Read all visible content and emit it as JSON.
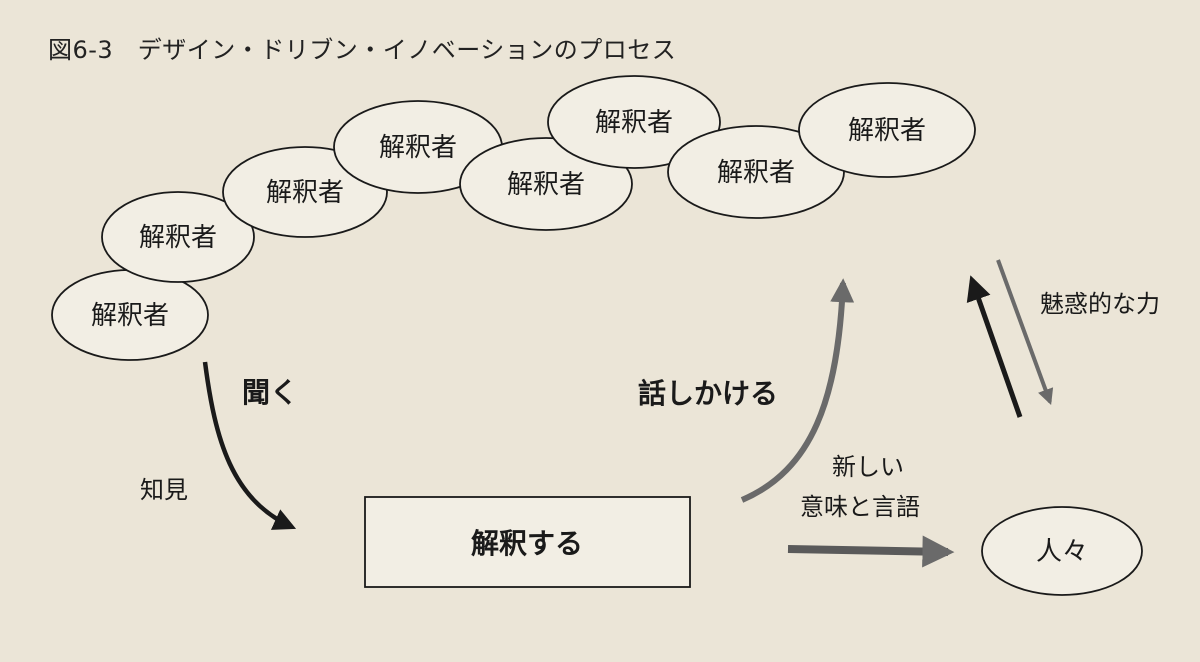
{
  "caption": "図6-3　デザイン・ドリブン・イノベーションのプロセス",
  "interpreters": [
    "解釈者",
    "解釈者",
    "解釈者",
    "解釈者",
    "解釈者",
    "解釈者",
    "解釈者",
    "解釈者"
  ],
  "center_box": "解釈する",
  "people": "人々",
  "labels": {
    "listen": "聞く",
    "knowledge": "知見",
    "talk": "話しかける",
    "new_meaning_line1": "新しい",
    "new_meaning_line2": "意味と言語",
    "attraction": "魅惑的な力"
  },
  "colors": {
    "background": "#ebe5d7",
    "ink": "#1a1a1a",
    "node_fill": "#f2eee4"
  }
}
